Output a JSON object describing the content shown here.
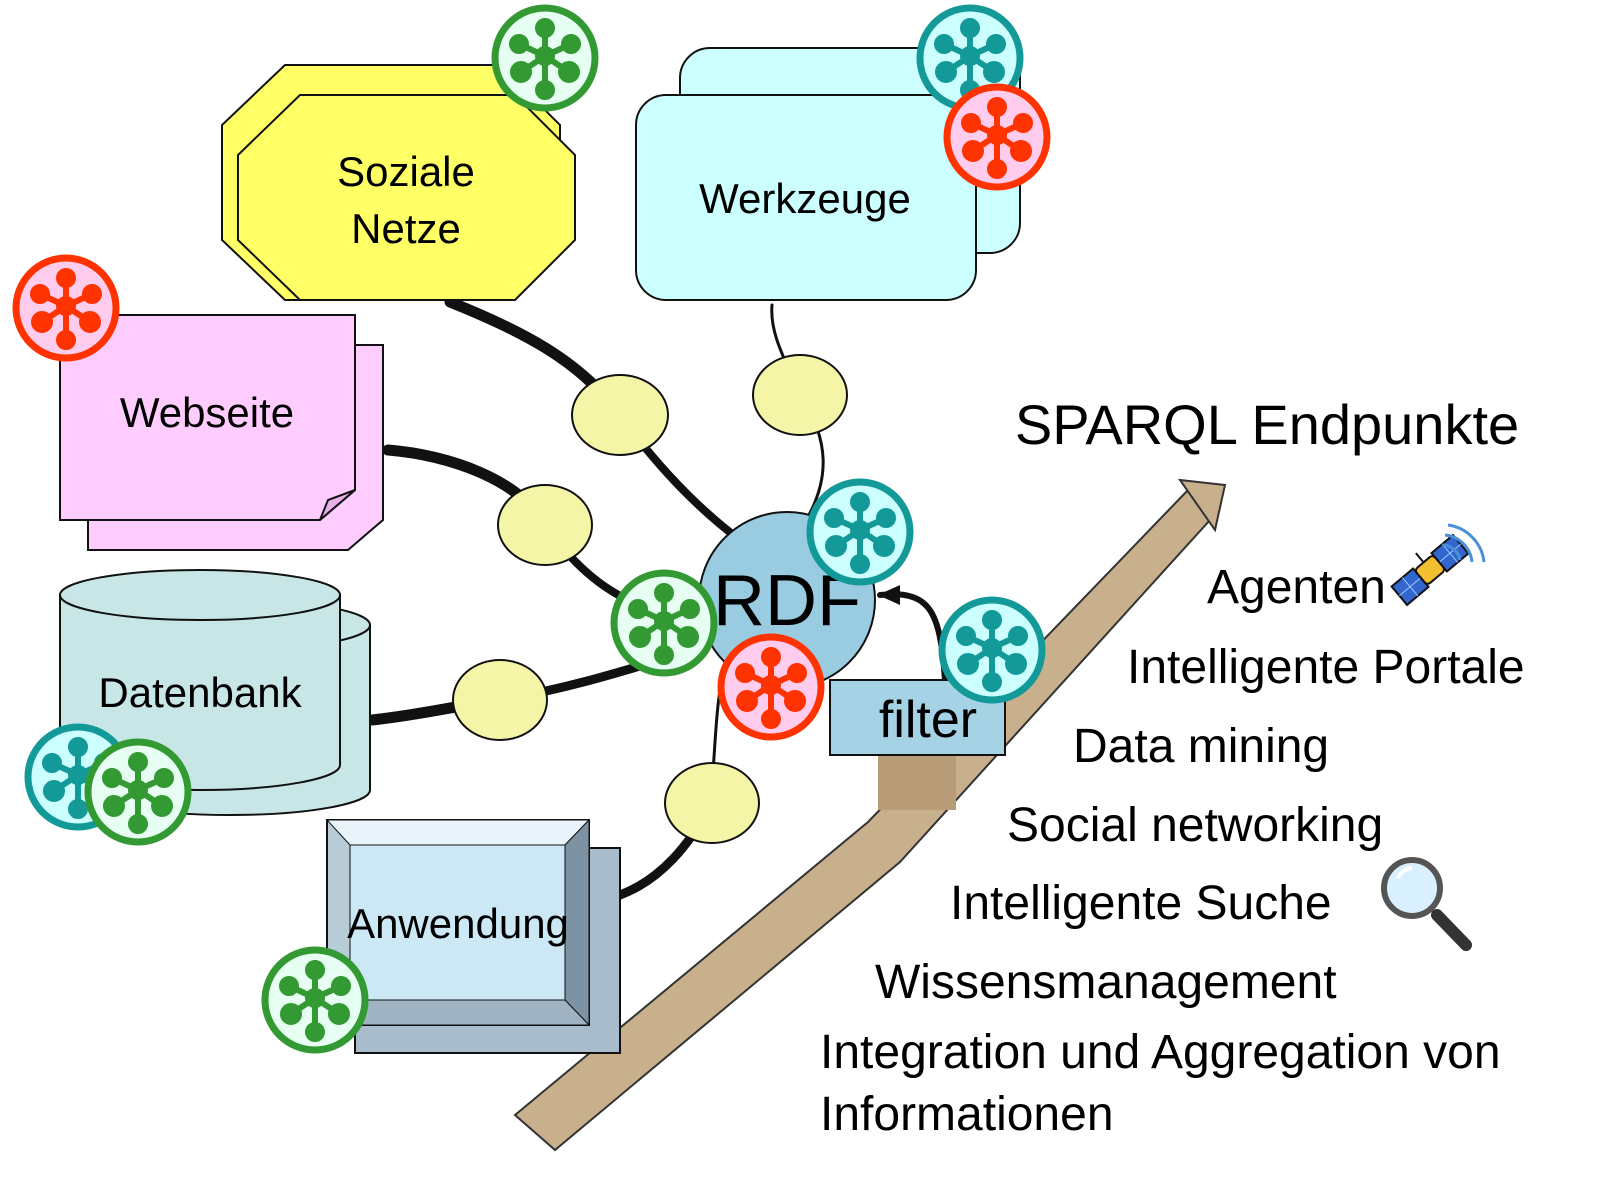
{
  "nodes": {
    "soziale_line1": "Soziale",
    "soziale_line2": "Netze",
    "werkzeuge": "Werkzeuge",
    "webseite": "Webseite",
    "datenbank": "Datenbank",
    "anwendung": "Anwendung",
    "rdf": "RDF",
    "filter": "filter"
  },
  "endpoints_title": "SPARQL Endpunkte",
  "applications": [
    "Agenten",
    "Intelligente Portale",
    "Data mining",
    "Social networking",
    "Intelligente Suche",
    "Wissensmanagement",
    "Integration und Aggregation von",
    "Informationen"
  ],
  "icons": {
    "network_green": "network-hub-green",
    "network_teal": "network-hub-teal",
    "network_red": "network-hub-red",
    "satellite": "satellite-icon",
    "magnifier": "magnifier-icon"
  },
  "colors": {
    "social": "#ffff66",
    "tools": "#ccffff",
    "webpage": "#ffccff",
    "database": "#c8e6e6",
    "app": "#cce8f5",
    "rdf": "#99cce0",
    "filter": "#a6d2e6",
    "arrow": "#c8b08c",
    "connector": "#f5f5a8",
    "green": "#339933",
    "teal": "#149999",
    "red": "#ff3300"
  }
}
